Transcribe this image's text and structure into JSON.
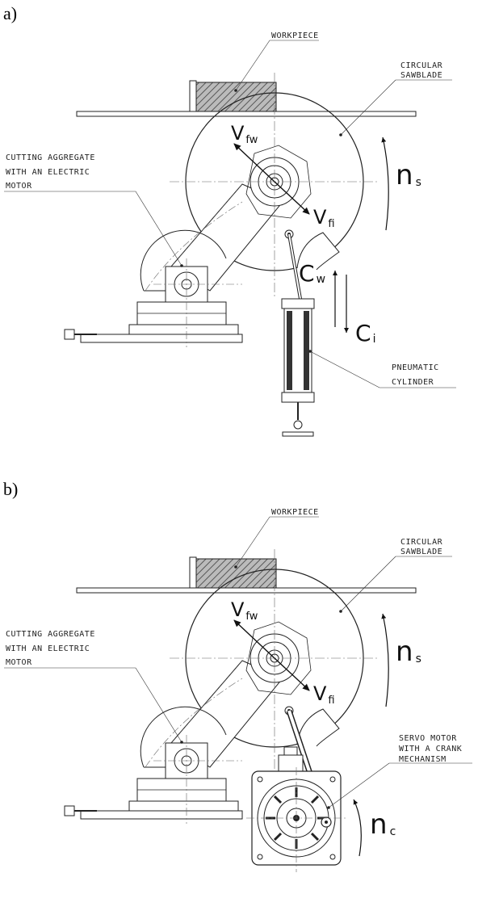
{
  "panels": [
    {
      "letter": "a)",
      "labels": {
        "workpiece": "WORKPIECE",
        "sawblade_1": "CIRCULAR",
        "sawblade_2": "SAWBLADE",
        "aggregate_1": "CUTTING AGGREGATE",
        "aggregate_2": "WITH AN ELECTRIC",
        "aggregate_3": "MOTOR",
        "actuator_1": "PNEUMATIC",
        "actuator_2": "CYLINDER"
      },
      "symbols": {
        "vfw_main": "V",
        "vfw_sub": "fw",
        "vfi_main": "V",
        "vfi_sub": "fi",
        "ns_main": "n",
        "ns_sub": "s",
        "cw_main": "C",
        "cw_sub": "w",
        "ci_main": "C",
        "ci_sub": "i"
      }
    },
    {
      "letter": "b)",
      "labels": {
        "workpiece": "WORKPIECE",
        "sawblade_1": "CIRCULAR",
        "sawblade_2": "SAWBLADE",
        "aggregate_1": "CUTTING AGGREGATE",
        "aggregate_2": "WITH AN ELECTRIC",
        "aggregate_3": "MOTOR",
        "actuator_1": "SERVO MOTOR",
        "actuator_2": "WITH A CRANK",
        "actuator_3": "MECHANISM"
      },
      "symbols": {
        "vfw_main": "V",
        "vfw_sub": "fw",
        "vfi_main": "V",
        "vfi_sub": "fi",
        "ns_main": "n",
        "ns_sub": "s",
        "nc_main": "n",
        "nc_sub": "c"
      }
    }
  ],
  "colors": {
    "line": "#222222",
    "hatch": "#555555",
    "centerline": "#666666"
  }
}
